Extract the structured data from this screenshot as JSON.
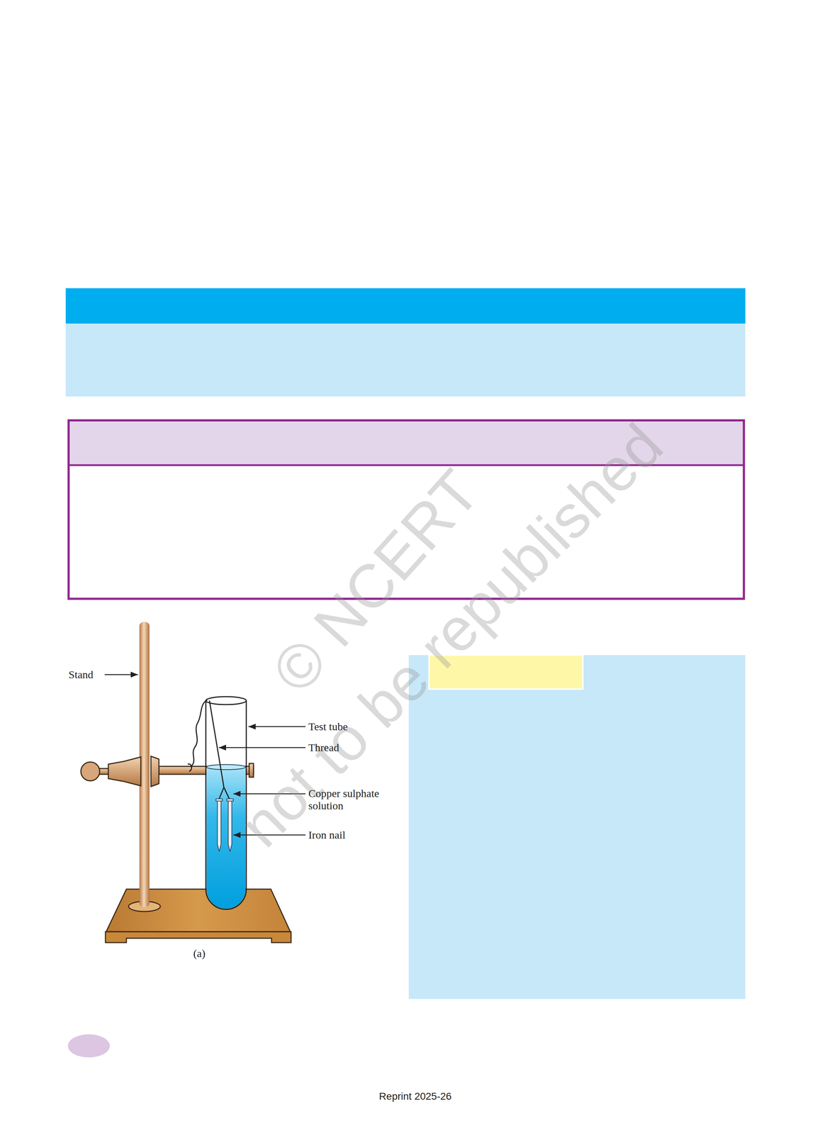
{
  "diagram": {
    "labels": [
      "© NCERT",
      "not to be republished",
      "Stand",
      "Test tube",
      "Thread",
      "Copper sulphate solution",
      "Iron nail",
      "(a)",
      "Reprint 2025-26"
    ]
  }
}
